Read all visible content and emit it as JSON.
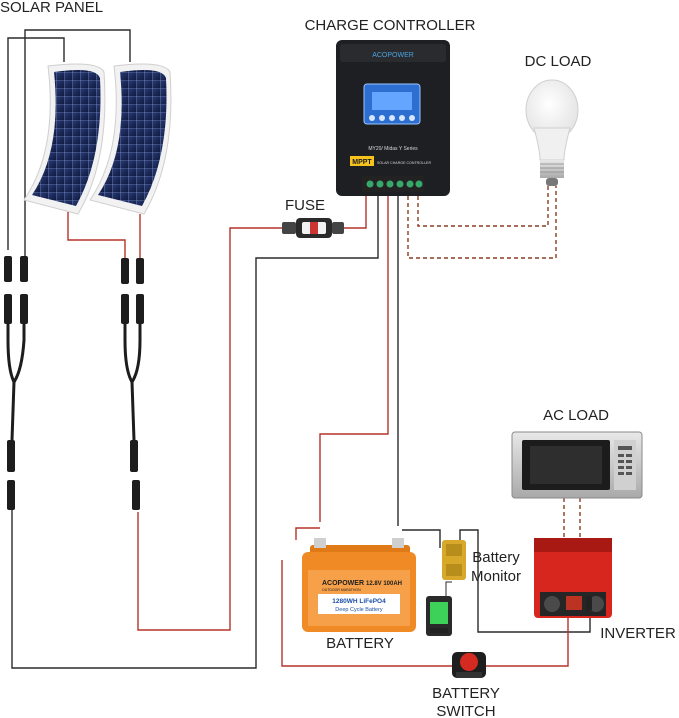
{
  "labels": {
    "solar_panel": "SOLAR PANEL",
    "charge_controller": "CHARGE CONTROLLER",
    "dc_load": "DC LOAD",
    "fuse": "FUSE",
    "ac_load": "AC LOAD",
    "battery_monitor_line1": "Battery",
    "battery_monitor_line2": "Monitor",
    "inverter": "INVERTER",
    "battery": "BATTERY",
    "battery_switch_line1": "BATTERY",
    "battery_switch_line2": "SWITCH"
  },
  "controller": {
    "brand": "ACOPOWER",
    "model": "MY20/ Midas Y Series",
    "type_badge": "MPPT",
    "subtitle": "SOLAR CHARGE CONTROLLER"
  },
  "battery_unit": {
    "brand": "ACOPOWER",
    "brand_sub": "OUTDOOR MARATHON",
    "spec": "12.8V 100AH",
    "chemistry": "1280WH LiFePO4",
    "kind": "Deep Cycle Battery"
  },
  "colors": {
    "wire_red": "#b5322a",
    "wire_black": "#2b2b2b",
    "load_wire_dash": "#8a3d20",
    "controller_body": "#1e1f22",
    "battery_orange": "#f08a24",
    "inverter_red": "#d7261e",
    "panel_cell": "#1a2a5a"
  }
}
